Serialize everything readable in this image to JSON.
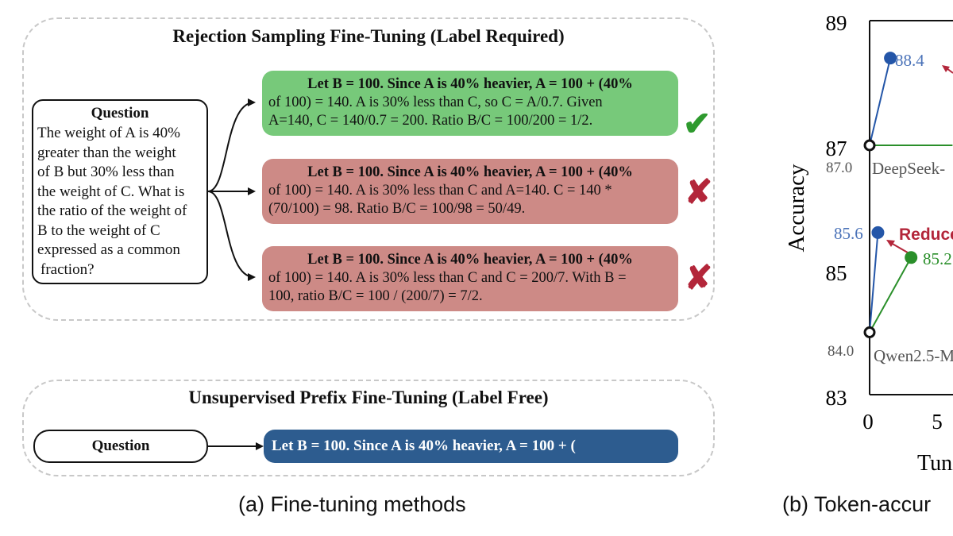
{
  "rsft": {
    "title": "Rejection Sampling Fine-Tuning (Label Required)",
    "question_heading": "Question",
    "question_lines": [
      "The weight of A is 40%",
      "greater than the weight",
      "of B but 30% less than",
      "the weight of C. What is",
      "the ratio of the weight of",
      "B to the weight of C",
      "expressed as a common",
      "fraction?"
    ],
    "solutions": [
      {
        "lead": "Let B = 100.  Since A is 40% heavier, A = 100 + (40%",
        "lines": [
          "of 100) = 140. A is 30% less than C, so C = A/0.7.  Given",
          "A=140, C = 140/0.7 = 200. Ratio B/C = 100/200 = 1/2."
        ],
        "verdict": "✔",
        "verdict_color": "#2e9a2e"
      },
      {
        "lead": "Let B = 100.  Since A is 40% heavier, A = 100 + (40%",
        "lines": [
          "of 100) = 140. A is 30% less than C and A=140.  C = 140 *",
          "(70/100) = 98. Ratio B/C = 100/98 = 50/49."
        ],
        "verdict": "✘",
        "verdict_color": "#b3263a"
      },
      {
        "lead": "Let B = 100.  Since A is 40% heavier, A = 100 + (40%",
        "lines": [
          "of 100) = 140. A is 30% less than C and C = 200/7. With B =",
          "100, ratio B/C = 100 / (200/7) = 7/2."
        ],
        "verdict": "✘",
        "verdict_color": "#b3263a"
      }
    ]
  },
  "upft": {
    "title": "Unsupervised Prefix Fine-Tuning (Label Free)",
    "question_label": "Question",
    "prefix": "Let B = 100.  Since A is 40% heavier, A = 100 + ("
  },
  "caption_a": "(a)  Fine-tuning methods",
  "caption_b": "(b)  Token-accur",
  "chart": {
    "ylabel": "Accuracy",
    "xlabel_partial": "Tuni",
    "y_ticks": [
      "89",
      "87",
      "85",
      "83"
    ],
    "x_ticks": [
      "0",
      "5"
    ],
    "annotation": "Reduce",
    "point_labels": {
      "p884": "88.4",
      "p870": "87.0",
      "p856": "85.6",
      "p852": "85.2",
      "p840": "84.0",
      "deepseek": "DeepSeek-",
      "qwen": "Qwen2.5-M"
    },
    "colors": {
      "blue": "#2456a8",
      "green": "#2a8f2a",
      "red": "#b3263a",
      "label_blue": "#4a72b8",
      "label_green": "#2a8f2a",
      "gray": "#555555"
    }
  },
  "chart_data": {
    "type": "line",
    "x_axis_visible_range": [
      0,
      6
    ],
    "ylim": [
      83,
      89
    ],
    "series": [
      {
        "points": [
          [
            0,
            87.0
          ],
          [
            1.5,
            88.4
          ]
        ],
        "color": "#2456a8"
      },
      {
        "points": [
          [
            0,
            84.0
          ],
          [
            0.6,
            85.6
          ]
        ],
        "color": "#2456a8"
      },
      {
        "points": [
          [
            0,
            84.0
          ],
          [
            3,
            85.2
          ]
        ],
        "color": "#2a8f2a"
      },
      {
        "points": [
          [
            0,
            87.0
          ],
          [
            6,
            87.0
          ]
        ],
        "color": "#2a8f2a"
      }
    ]
  }
}
